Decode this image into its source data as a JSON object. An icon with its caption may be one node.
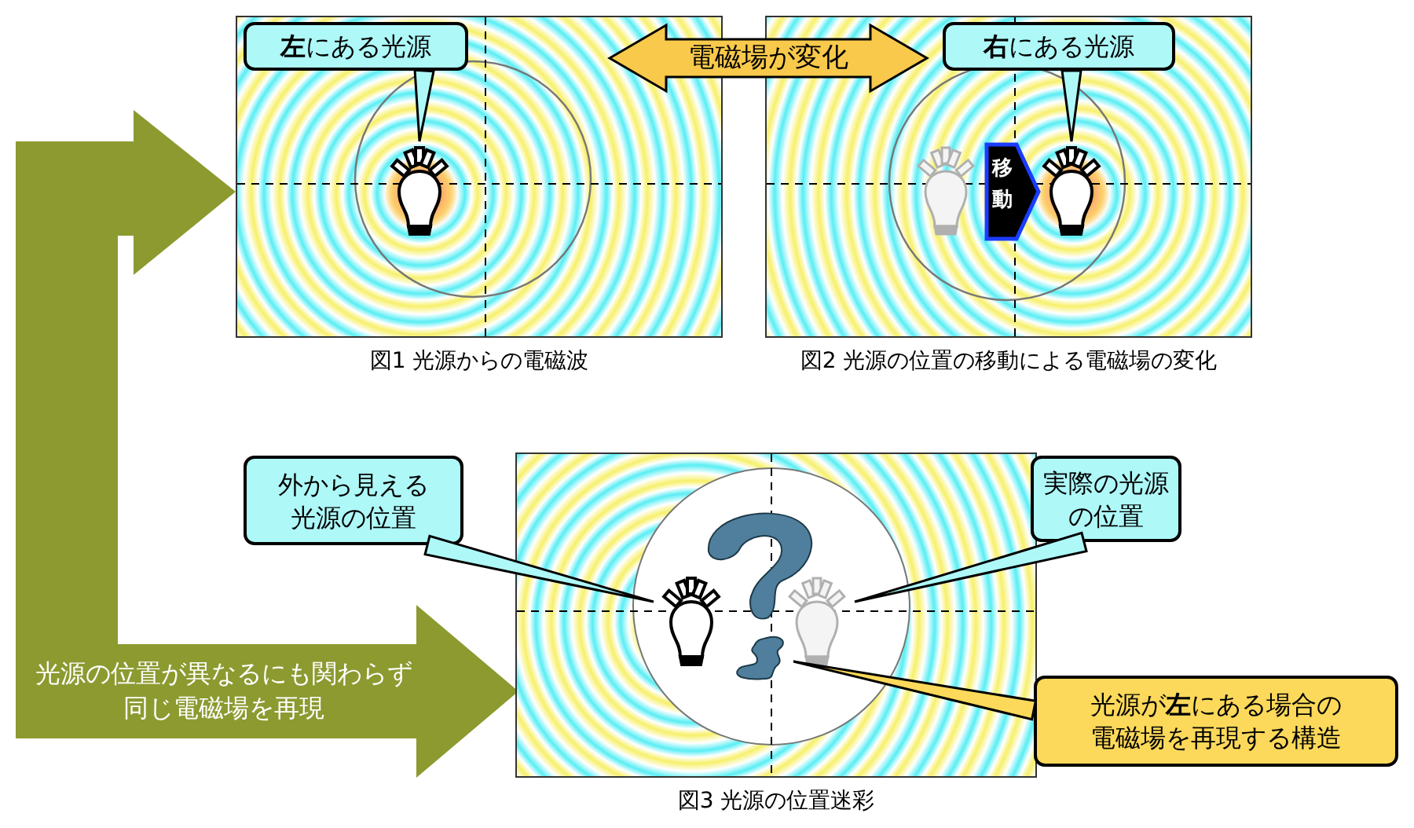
{
  "diagram": {
    "nodes": [
      {
        "text": [],
        "shape": "picture",
        "beside": [
          "図1 光源からの電磁波"
        ]
      },
      {
        "text": [],
        "shape": "picture",
        "beside": [
          "図2 光源の位置の移動による電磁場の変化"
        ]
      },
      {
        "text": [],
        "shape": "picture",
        "beside": [
          "図3 光源の位置迷彩"
        ]
      },
      {
        "text": [
          "**左**にある光源"
        ],
        "in": 0
      },
      {
        "text": [],
        "shape": "picture",
        "in": 0
      },
      {
        "text": [
          "**右**にある光源"
        ],
        "in": 1
      },
      {
        "text": [],
        "shape": "picture",
        "in": 1
      },
      {
        "text": [],
        "shape": "picture",
        "in": 1
      },
      {
        "text": [
          "外から見える光源の位置"
        ]
      },
      {
        "text": [],
        "shape": "picture",
        "in": 2
      },
      {
        "text": [
          "実際の光源の位置"
        ]
      },
      {
        "text": [],
        "shape": "picture",
        "in": 2
      },
      {
        "text": [
          "光源が**左**にある場合の電磁場を再現する構造"
        ]
      },
      {
        "text": [],
        "shape": "picture",
        "in": 2
      }
    ],
    "edges": [
      {
        "from": 3,
        "to": 4,
        "arrow": "none"
      },
      {
        "from": 5,
        "to": 7,
        "arrow": "none"
      },
      {
        "from": 0,
        "to": 1,
        "arrow": "both",
        "label": "電磁場が変化",
        "color": "#f8c94a"
      },
      {
        "from": 6,
        "to": 7,
        "arrow": "to",
        "label": "移動",
        "color": "#000000"
      },
      {
        "from": null,
        "to": 0,
        "arrow": "to",
        "color": "#8c9a30"
      },
      {
        "from": null,
        "to": 2,
        "arrow": "to",
        "label": "光源の位置が異なるにも関わらず同じ電磁場を再現",
        "color": "#8c9a30"
      },
      {
        "from": 8,
        "to": 9,
        "arrow": "none"
      },
      {
        "from": 10,
        "to": 11,
        "arrow": "none"
      },
      {
        "from": 12,
        "to": 13,
        "arrow": "none"
      }
    ]
  }
}
